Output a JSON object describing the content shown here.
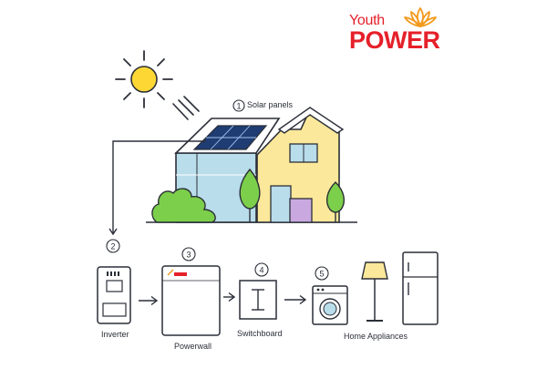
{
  "logo": {
    "line1": "Youth",
    "line2": "POWER"
  },
  "steps": [
    {
      "number": "1",
      "label": "Solar panels"
    },
    {
      "number": "2",
      "label": "Inverter"
    },
    {
      "number": "3",
      "label": "Powerwall"
    },
    {
      "number": "4",
      "label": "Switchboard"
    },
    {
      "number": "5",
      "label": "Home Appliances"
    }
  ],
  "colors": {
    "brand": "#e5202a",
    "flower": "#f39a1e",
    "sun": "#fdd835",
    "line": "#2b2f38",
    "panel": "#1f3c73",
    "glass": "#b9ddea",
    "wall_yellow": "#fbe89a",
    "door_purple": "#c9a8e0",
    "tree_green": "#7ccf4a"
  }
}
